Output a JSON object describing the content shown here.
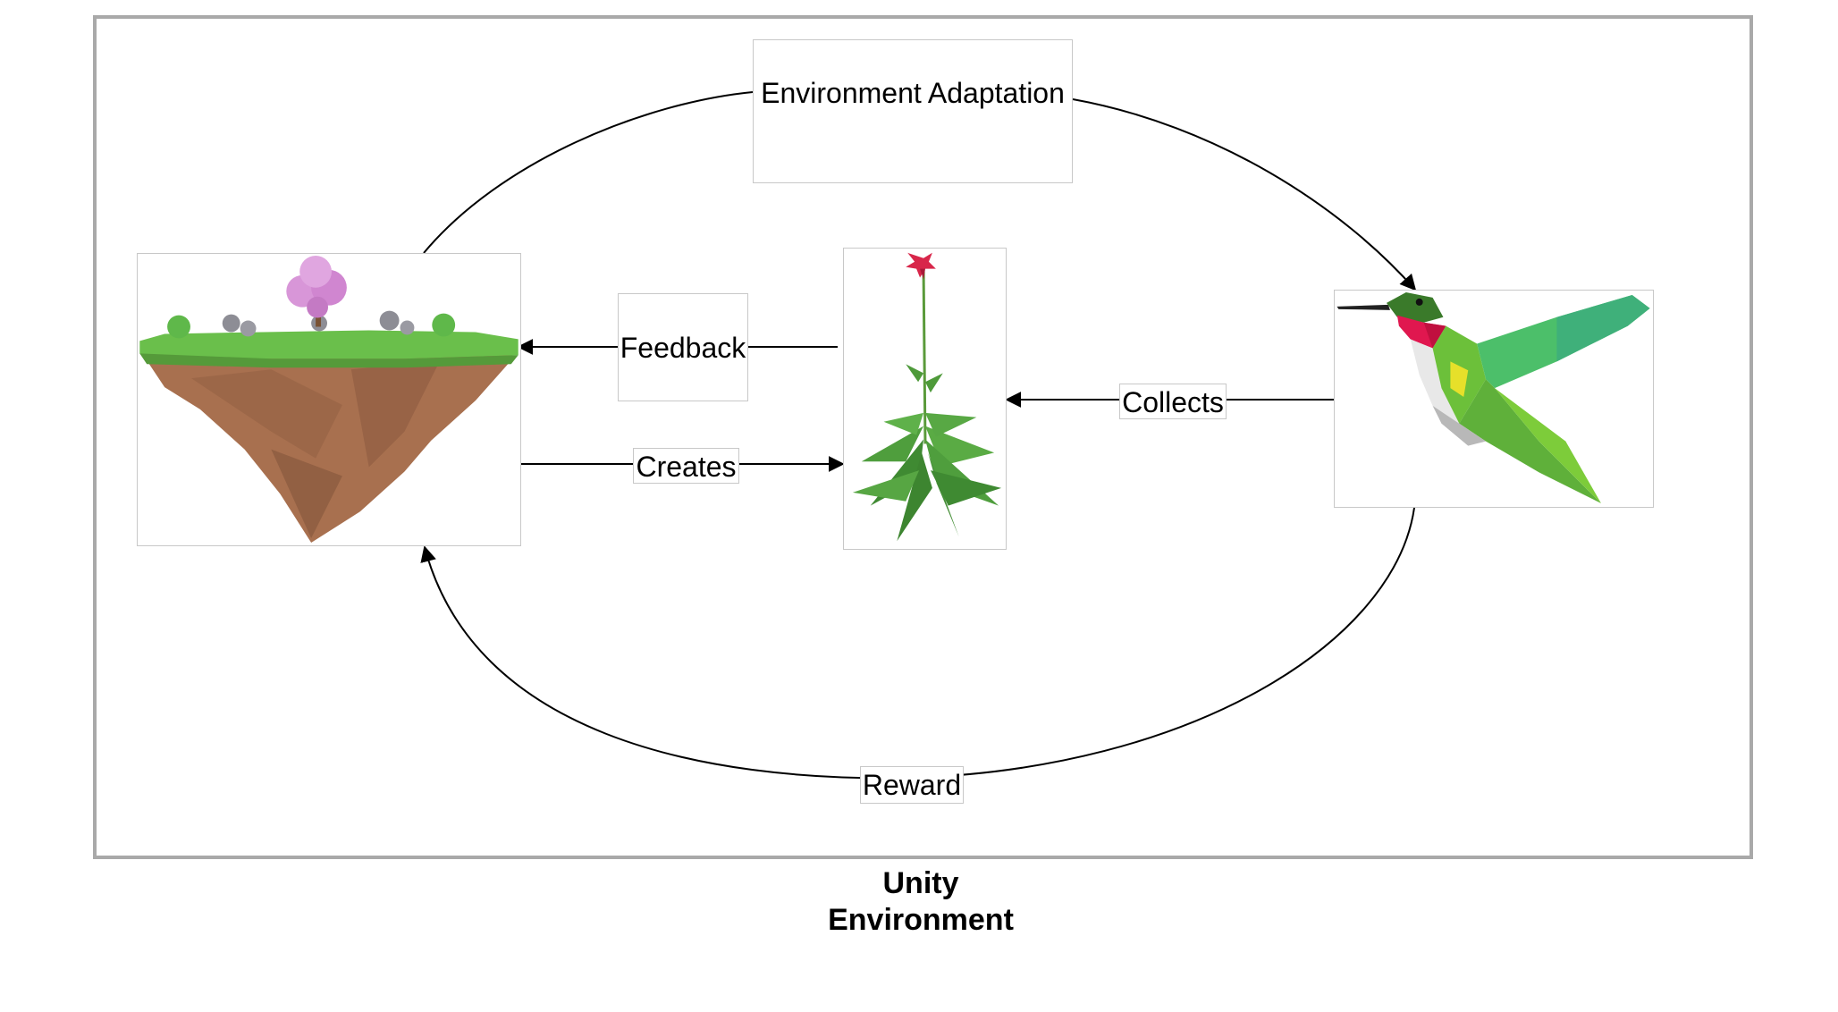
{
  "diagram": {
    "caption_line1": "Unity",
    "caption_line2": "Environment",
    "nodes": {
      "island": {
        "icon": "floating-island-icon"
      },
      "plant": {
        "icon": "flower-plant-icon"
      },
      "hummingbird": {
        "icon": "hummingbird-icon"
      }
    },
    "edges": {
      "environment_adaptation": "Environment Adaptation",
      "feedback": "Feedback",
      "creates": "Creates",
      "collects": "Collects",
      "reward": "Reward"
    }
  },
  "colors": {
    "frame": "#a9a9a9",
    "grass": "#6abf4b",
    "soil": "#a8704f",
    "blossom": "#d896d8",
    "flower": "#d8264a",
    "bird_green": "#6cc03a",
    "bird_throat": "#e0174f"
  }
}
